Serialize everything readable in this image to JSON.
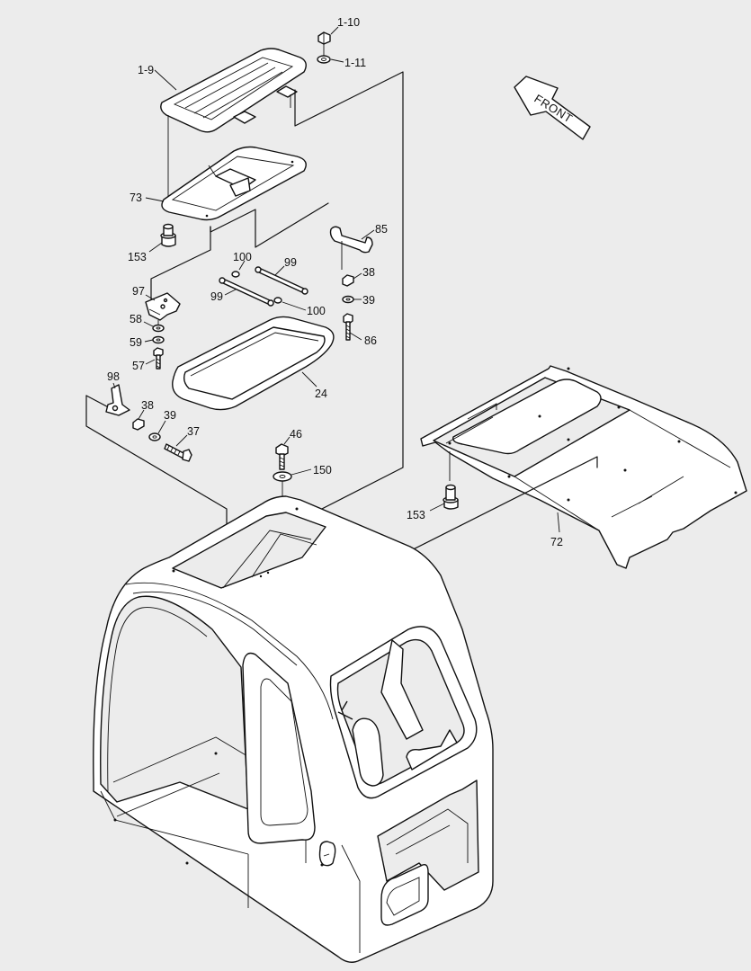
{
  "front_indicator": "FRONT",
  "callouts": {
    "roof_cover": "1-9",
    "nut_top": "1-10",
    "washer_top": "1-11",
    "roof_glass_frame": "73",
    "stud_left": "153",
    "handle": "85",
    "bracket_97": "97",
    "washer_58": "58",
    "washer_59": "59",
    "bolt_57": "57",
    "pin_100_top": "100",
    "rod_99_top": "99",
    "rod_99_left": "99",
    "pin_100_bottom": "100",
    "washer_38_right": "38",
    "washer_39_right": "39",
    "bolt_86": "86",
    "seal_24": "24",
    "bracket_98": "98",
    "washer_38_left": "38",
    "washer_39_left": "39",
    "bolt_37": "37",
    "bolt_46": "46",
    "washer_150": "150",
    "stud_right": "153",
    "floor_plate": "72"
  }
}
